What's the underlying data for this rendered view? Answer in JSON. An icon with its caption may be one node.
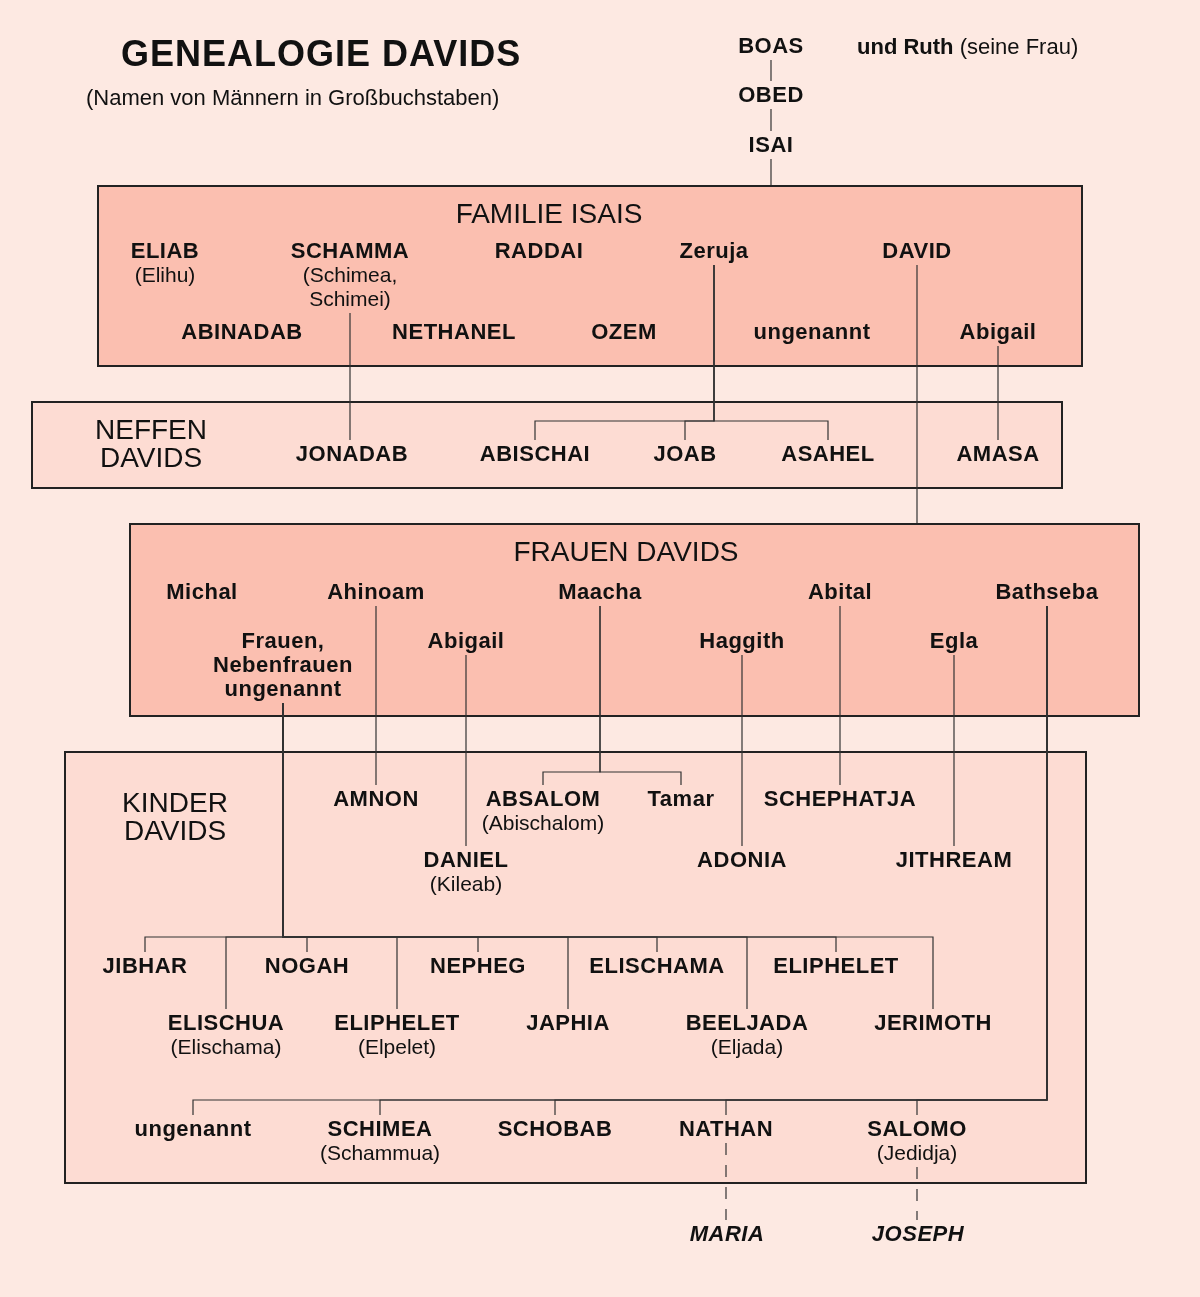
{
  "diagram": {
    "title": "GENEALOGIE DAVIDS",
    "caption": "(Namen von Männern in Großbuchstaben)",
    "nodes": [
      {
        "text": [
          "BOAS"
        ]
      },
      {
        "text": [
          "OBED"
        ]
      },
      {
        "text": [
          "ISAI"
        ]
      },
      {
        "text": [
          "FAMILIE ISAIS"
        ]
      },
      {
        "text": [
          "ELIAB",
          "(Elihu)"
        ],
        "in": 3
      },
      {
        "text": [
          "SCHAMMA",
          "(Schimea, Schimei)"
        ],
        "in": 3
      },
      {
        "text": [
          "RADDAI"
        ],
        "in": 3
      },
      {
        "text": [
          "Zeruja"
        ],
        "in": 3
      },
      {
        "text": [
          "DAVID"
        ],
        "in": 3
      },
      {
        "text": [
          "ABINADAB"
        ],
        "in": 3
      },
      {
        "text": [
          "NETHANEL"
        ],
        "in": 3
      },
      {
        "text": [
          "OZEM"
        ],
        "in": 3
      },
      {
        "text": [
          "ungenannt"
        ],
        "in": 3
      },
      {
        "text": [
          "Abigail"
        ],
        "in": 3
      },
      {
        "text": [
          "NEFFEN DAVIDS"
        ]
      },
      {
        "text": [
          "JONADAB"
        ],
        "in": 14
      },
      {
        "text": [
          "ABISCHAI"
        ],
        "in": 14
      },
      {
        "text": [
          "JOAB"
        ],
        "in": 14
      },
      {
        "text": [
          "ASAHEL"
        ],
        "in": 14
      },
      {
        "text": [
          "AMASA"
        ],
        "in": 14
      },
      {
        "text": [
          "FRAUEN DAVIDS"
        ]
      },
      {
        "text": [
          "Michal"
        ],
        "in": 20
      },
      {
        "text": [
          "Ahinoam"
        ],
        "in": 20
      },
      {
        "text": [
          "Maacha"
        ],
        "in": 20
      },
      {
        "text": [
          "Abital"
        ],
        "in": 20
      },
      {
        "text": [
          "Bathseba"
        ],
        "in": 20
      },
      {
        "text": [
          "Frauen, Nebenfrauen ungenannt"
        ],
        "in": 20
      },
      {
        "text": [
          "Abigail"
        ],
        "in": 20
      },
      {
        "text": [
          "Haggith"
        ],
        "in": 20
      },
      {
        "text": [
          "Egla"
        ],
        "in": 20
      },
      {
        "text": [
          "KINDER DAVIDS"
        ]
      },
      {
        "text": [
          "AMNON"
        ],
        "in": 30
      },
      {
        "text": [
          "ABSALOM",
          "(Abischalom)"
        ],
        "in": 30
      },
      {
        "text": [
          "Tamar"
        ],
        "in": 30
      },
      {
        "text": [
          "SCHEPHATJA"
        ],
        "in": 30
      },
      {
        "text": [
          "DANIEL",
          "(Kileab)"
        ],
        "in": 30
      },
      {
        "text": [
          "ADONIA"
        ],
        "in": 30
      },
      {
        "text": [
          "JITHREAM"
        ],
        "in": 30
      },
      {
        "text": [
          "JIBHAR"
        ],
        "in": 30
      },
      {
        "text": [
          "NOGAH"
        ],
        "in": 30
      },
      {
        "text": [
          "NEPHEG"
        ],
        "in": 30
      },
      {
        "text": [
          "ELISCHAMA"
        ],
        "in": 30
      },
      {
        "text": [
          "ELIPHELET"
        ],
        "in": 30
      },
      {
        "text": [
          "ELISCHUA",
          "(Elischama)"
        ],
        "in": 30
      },
      {
        "text": [
          "ELIPHELET",
          "(Elpelet)"
        ],
        "in": 30
      },
      {
        "text": [
          "JAPHIA"
        ],
        "in": 30
      },
      {
        "text": [
          "BEELJADA",
          "(Eljada)"
        ],
        "in": 30
      },
      {
        "text": [
          "JERIMOTH"
        ],
        "in": 30
      },
      {
        "text": [
          "ungenannt"
        ],
        "in": 30
      },
      {
        "text": [
          "SCHIMEA",
          "(Schammua)"
        ],
        "in": 30
      },
      {
        "text": [
          "SCHOBAB"
        ],
        "in": 30
      },
      {
        "text": [
          "NATHAN"
        ],
        "in": 30
      },
      {
        "text": [
          "SALOMO",
          "(Jedidja)"
        ],
        "in": 30
      },
      {
        "text": [
          "MARIA"
        ]
      },
      {
        "text": [
          "JOSEPH"
        ]
      }
    ],
    "edges": [
      {
        "from": 0,
        "to": 1,
        "arrow": "none"
      },
      {
        "from": 1,
        "to": 2,
        "arrow": "none"
      },
      {
        "from": 2,
        "to": 3,
        "arrow": "none"
      },
      {
        "from": 5,
        "to": 15,
        "arrow": "none"
      },
      {
        "from": 7,
        "to": 16,
        "arrow": "none"
      },
      {
        "from": 7,
        "to": 17,
        "arrow": "none"
      },
      {
        "from": 7,
        "to": 18,
        "arrow": "none"
      },
      {
        "from": 13,
        "to": 19,
        "arrow": "none"
      },
      {
        "from": 8,
        "to": 20,
        "arrow": "none"
      },
      {
        "from": 22,
        "to": 31,
        "arrow": "none"
      },
      {
        "from": 23,
        "to": 32,
        "arrow": "none"
      },
      {
        "from": 23,
        "to": 33,
        "arrow": "none"
      },
      {
        "from": 24,
        "to": 34,
        "arrow": "none"
      },
      {
        "from": 27,
        "to": 35,
        "arrow": "none"
      },
      {
        "from": 28,
        "to": 36,
        "arrow": "none"
      },
      {
        "from": 29,
        "to": 37,
        "arrow": "none"
      },
      {
        "from": 26,
        "to": 38,
        "arrow": "none"
      },
      {
        "from": 26,
        "to": 43,
        "arrow": "none"
      },
      {
        "from": 26,
        "to": 39,
        "arrow": "none"
      },
      {
        "from": 26,
        "to": 44,
        "arrow": "none"
      },
      {
        "from": 26,
        "to": 40,
        "arrow": "none"
      },
      {
        "from": 26,
        "to": 45,
        "arrow": "none"
      },
      {
        "from": 26,
        "to": 41,
        "arrow": "none"
      },
      {
        "from": 26,
        "to": 46,
        "arrow": "none"
      },
      {
        "from": 26,
        "to": 42,
        "arrow": "none"
      },
      {
        "from": 26,
        "to": 47,
        "arrow": "none"
      },
      {
        "from": 25,
        "to": 48,
        "arrow": "none"
      },
      {
        "from": 25,
        "to": 49,
        "arrow": "none"
      },
      {
        "from": 25,
        "to": 50,
        "arrow": "none"
      },
      {
        "from": 25,
        "to": 51,
        "arrow": "none"
      },
      {
        "from": 25,
        "to": 52,
        "arrow": "none"
      },
      {
        "from": 51,
        "to": 53,
        "arrow": "none",
        "style": "dashed"
      },
      {
        "from": 52,
        "to": 54,
        "arrow": "none",
        "style": "dashed"
      }
    ],
    "labels": [
      "**und Ruth** (seine Frau)"
    ]
  }
}
